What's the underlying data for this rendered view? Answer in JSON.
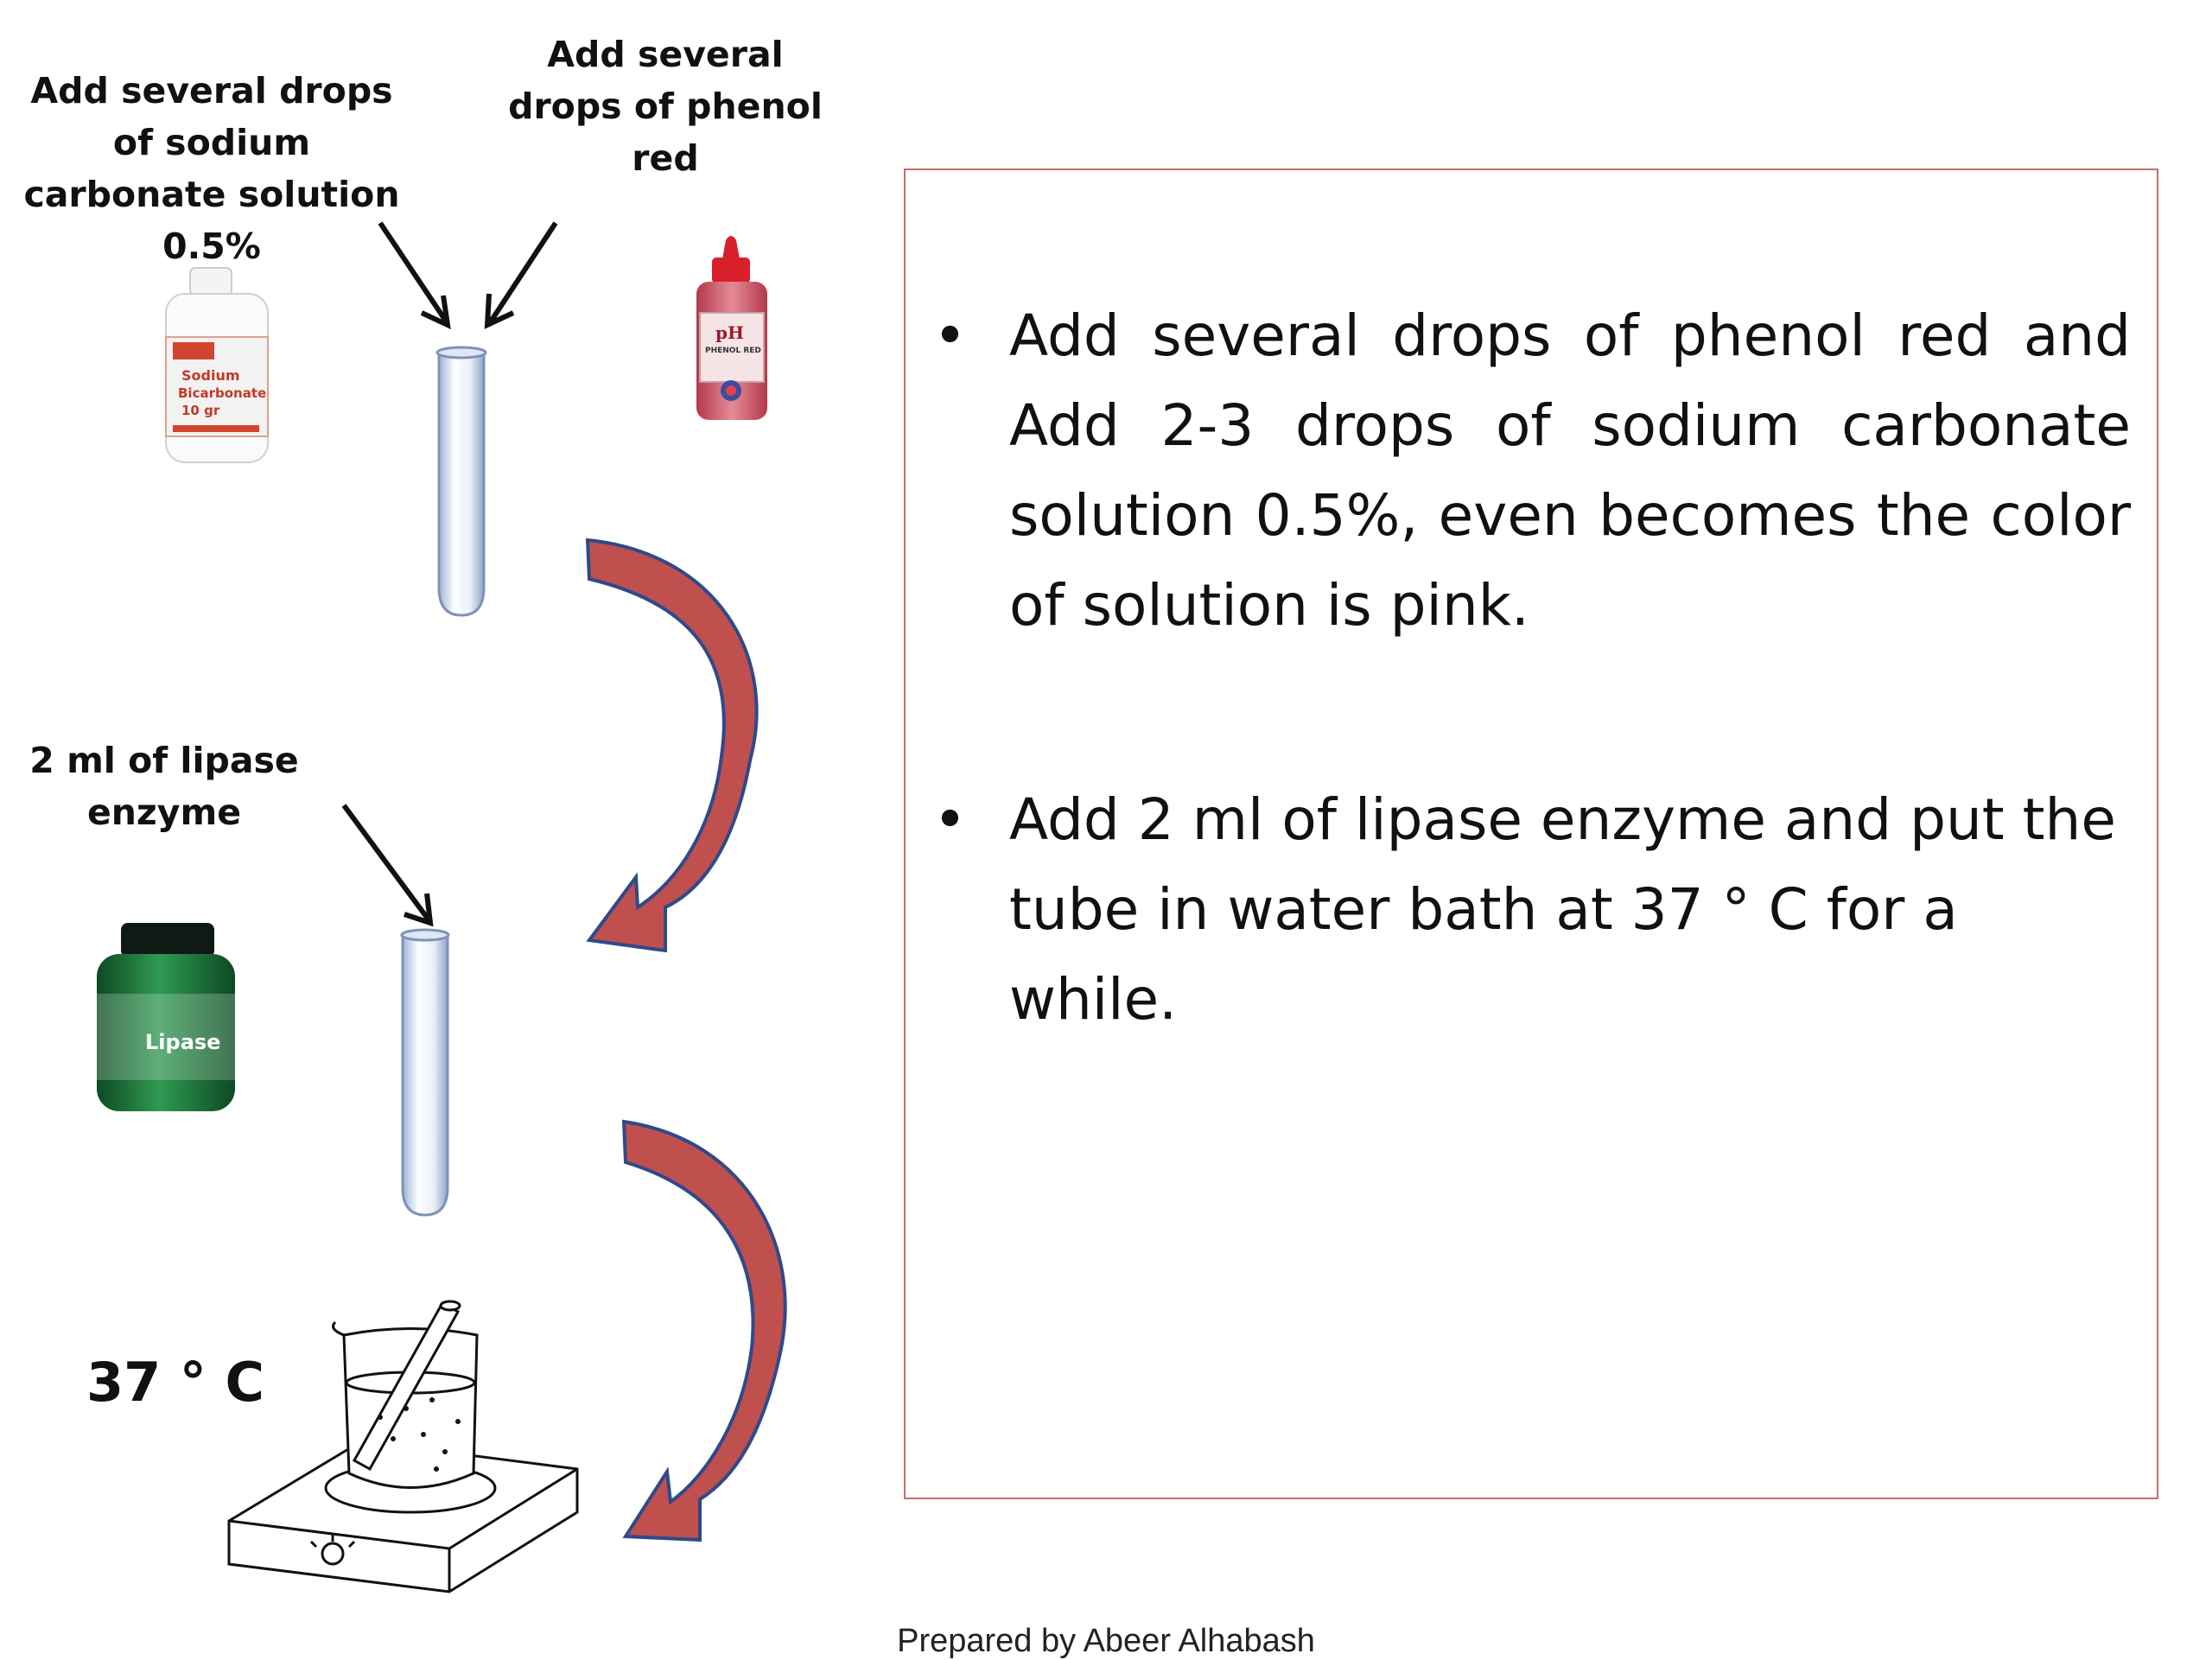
{
  "labels": {
    "sodium_carbonate": "Add several drops of sodium carbonate solution 0.5%",
    "phenol_red": "Add several drops of phenol red",
    "lipase": "2 ml  of lipase enzyme",
    "temperature": "37 ° C"
  },
  "bottles": {
    "sodium_bicarbonate": {
      "line1": "Sodium",
      "line2": "Bicarbonate",
      "line3": "10 gr"
    },
    "phenol_red": {
      "line1": "pH",
      "line2": "PHENOL RED"
    },
    "lipase": {
      "line1": "Lipase"
    }
  },
  "bullets": [
    {
      "dot": "•",
      "text": "Add several drops of phenol red and Add 2-3 drops of sodium carbonate solution  0.5%,  even  becomes  the color of  solution is pink."
    },
    {
      "dot": "•",
      "text": "Add 2 ml  of lipase enzyme and put the tube in water bath at 37 ° C for a while."
    }
  ],
  "footer": "Prepared  by  Abeer Alhabash",
  "colors": {
    "arrow_fill": "#c0504d",
    "arrow_stroke": "#2e4a8a",
    "box_border": "#c07070"
  }
}
